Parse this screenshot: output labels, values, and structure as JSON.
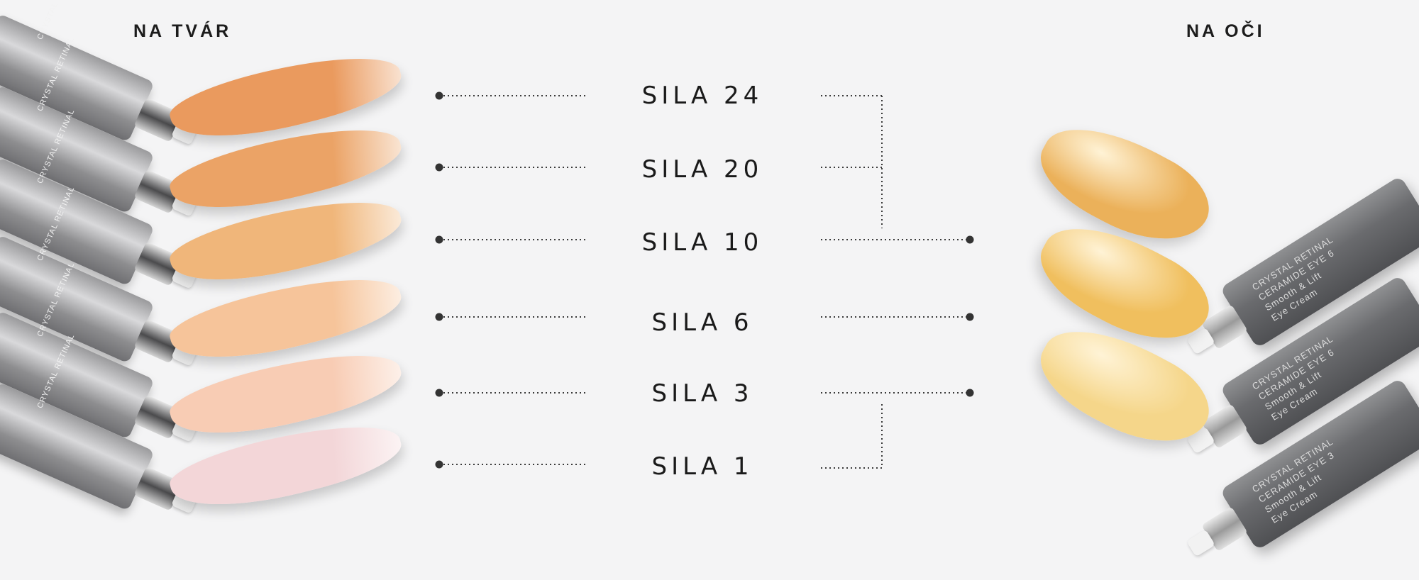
{
  "headings": {
    "left": "NA TVÁR",
    "right": "NA OČI"
  },
  "levels": [
    {
      "label": "SILA 24",
      "color": "#ea9a5e"
    },
    {
      "label": "SILA 20",
      "color": "#eba366"
    },
    {
      "label": "SILA 10",
      "color": "#f0b67a"
    },
    {
      "label": "SILA 6",
      "color": "#f6c49a"
    },
    {
      "label": "SILA 3",
      "color": "#f8ccb4"
    },
    {
      "label": "SILA 1",
      "color": "#f3d6d8"
    }
  ],
  "face_tube_text": {
    "line1": "CRYSTAL",
    "line2": "RETINAL"
  },
  "eye_products": [
    {
      "line1": "CRYSTAL RETINAL",
      "line2": "CERAMIDE EYE 6",
      "line3": "Smooth & Lift",
      "line4": "Eye Cream",
      "color": "#ebb15a"
    },
    {
      "line1": "CRYSTAL RETINAL",
      "line2": "CERAMIDE EYE 6",
      "line3": "Smooth & Lift",
      "line4": "Eye Cream",
      "color": "#f0bf5e"
    },
    {
      "line1": "CRYSTAL RETINAL",
      "line2": "CERAMIDE EYE 3",
      "line3": "Smooth & Lift",
      "line4": "Eye Cream",
      "color": "#f5d68a"
    }
  ],
  "colors": {
    "line": "#3a3a3a",
    "dot": "#333333",
    "background": "#f4f4f5"
  }
}
